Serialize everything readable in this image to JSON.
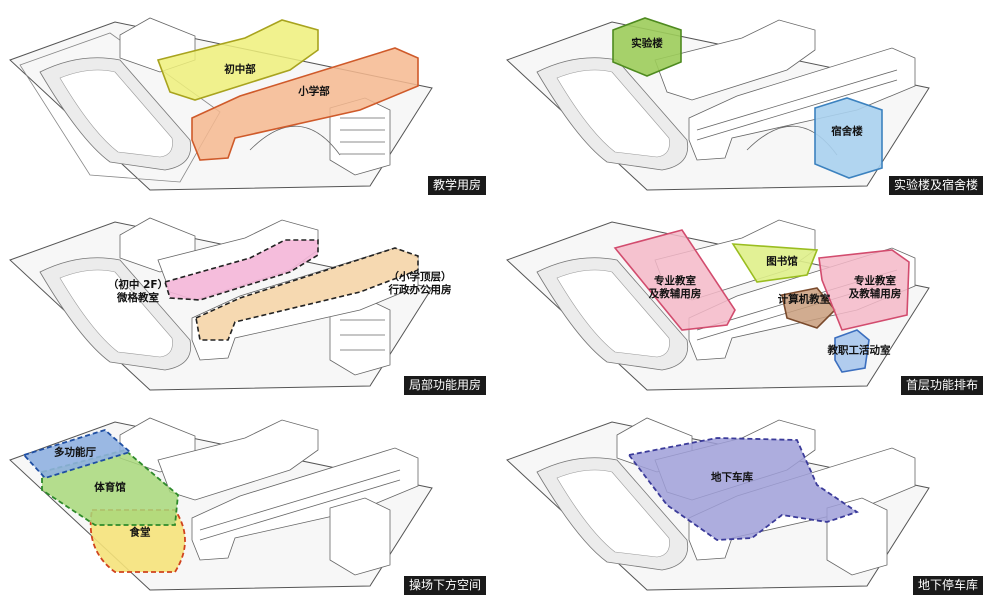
{
  "panels": [
    {
      "caption": "教学用房",
      "zones": [
        {
          "label": "初中部",
          "color": "#eef07a",
          "edge": "#a8a31e",
          "dash": false
        },
        {
          "label": "小学部",
          "color": "#f6b98f",
          "edge": "#cf5a2a",
          "dash": false
        }
      ]
    },
    {
      "caption": "实验楼及宿舍楼",
      "zones": [
        {
          "label": "实验楼",
          "color": "#9ccc5a",
          "edge": "#4e8a1f",
          "dash": false
        },
        {
          "label": "宿舍楼",
          "color": "#a9d0ee",
          "edge": "#3c82bf",
          "dash": false
        }
      ]
    },
    {
      "caption": "局部功能用房",
      "zones": [
        {
          "label1": "（初中 2F）",
          "label2": "微格教室",
          "color": "#f4b6d8",
          "edge": "#222222",
          "dash": true
        },
        {
          "label1": "（小学顶层）",
          "label2": "行政办公用房",
          "color": "#f5d5a8",
          "edge": "#222222",
          "dash": true
        }
      ]
    },
    {
      "caption": "首层功能排布",
      "zones": [
        {
          "label1": "专业教室",
          "label2": "及教辅用房",
          "color": "#f4b8c8",
          "edge": "#d24c6e",
          "dash": false
        },
        {
          "label": "图书馆",
          "color": "#dff08a",
          "edge": "#9abd20",
          "dash": false
        },
        {
          "label": "计算机教室",
          "color": "#c99d7d",
          "edge": "#7a4a2c",
          "dash": false
        },
        {
          "label1": "专业教室",
          "label2": "及教辅用房",
          "color": "#f4b8c8",
          "edge": "#d24c6e",
          "dash": false
        },
        {
          "label": "教职工活动室",
          "color": "#a9c6ec",
          "edge": "#3c6fbf",
          "dash": false
        }
      ]
    },
    {
      "caption": "操场下方空间",
      "zones": [
        {
          "label": "多功能厅",
          "color": "#8fb0e0",
          "edge": "#1f4fa3",
          "dash": true
        },
        {
          "label": "体育馆",
          "color": "#a8d87a",
          "edge": "#2e8a2a",
          "dash": true
        },
        {
          "label": "食堂",
          "color": "#f5e27a",
          "edge": "#d0431e",
          "dash": true
        }
      ]
    },
    {
      "caption": "地下停车库",
      "zones": [
        {
          "label": "地下车库",
          "color": "#9f9fd8",
          "edge": "#3b3b9a",
          "dash": true
        }
      ]
    }
  ]
}
